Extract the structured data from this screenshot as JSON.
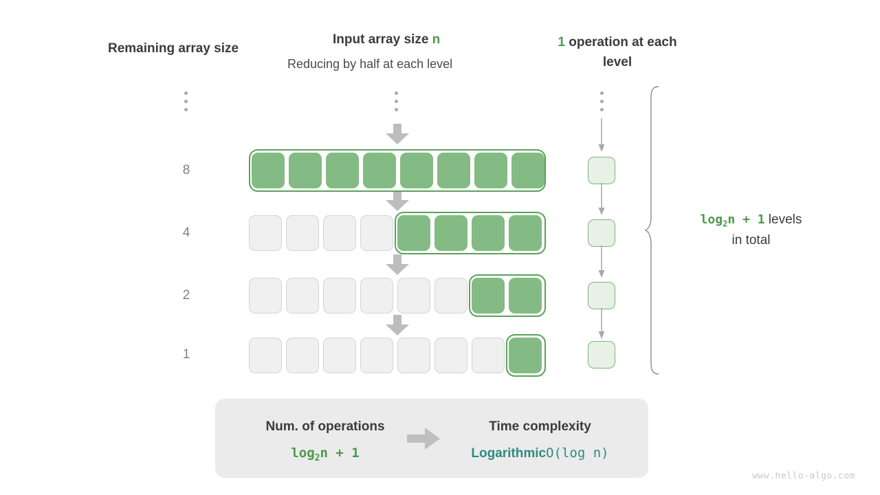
{
  "headings": {
    "left": "Remaining array size",
    "middle_prefix": "Input array size ",
    "middle_accent": "n",
    "middle_sub": "Reducing by half at each level",
    "right_accent": "1",
    "right_rest": " operation at each level"
  },
  "row_labels": [
    "8",
    "4",
    "2",
    "1"
  ],
  "ellipsis_label": "vertical-ellipsis",
  "rows": [
    {
      "size": 8,
      "total_cells": 8,
      "filled_cells": 8,
      "first_filled_index": 0
    },
    {
      "size": 4,
      "total_cells": 8,
      "filled_cells": 4,
      "first_filled_index": 4
    },
    {
      "size": 2,
      "total_cells": 8,
      "filled_cells": 2,
      "first_filled_index": 6
    },
    {
      "size": 1,
      "total_cells": 8,
      "filled_cells": 1,
      "first_filled_index": 7
    }
  ],
  "operations": {
    "count_per_level": 1,
    "cells": [
      "1",
      "1",
      "1",
      "1"
    ]
  },
  "note": {
    "formula_pre": "log",
    "formula_sub": "2",
    "formula_post": "n + 1",
    "text_after": "  levels",
    "text_line2": "in total"
  },
  "summary": {
    "left_title": "Num. of operations",
    "left_value_pre": "log",
    "left_value_sub": "2",
    "left_value_post": "n + 1",
    "right_title": "Time complexity",
    "right_value_word": "Logarithmic",
    "right_value_bigo": "O(log n)"
  },
  "watermark": "www.hello-algo.com",
  "colors": {
    "green_fill": "#84bb84",
    "green_border": "#5aa15a",
    "green_accent": "#4a9b4a",
    "light_green_fill": "#e8f1e5",
    "light_green_border": "#7cb37c",
    "empty_fill": "#f0f0f0",
    "empty_border": "#d4d4d4",
    "arrow_gray": "#bdbdbd",
    "teal": "#2f8a80",
    "panel_gray": "#ebebeb"
  }
}
